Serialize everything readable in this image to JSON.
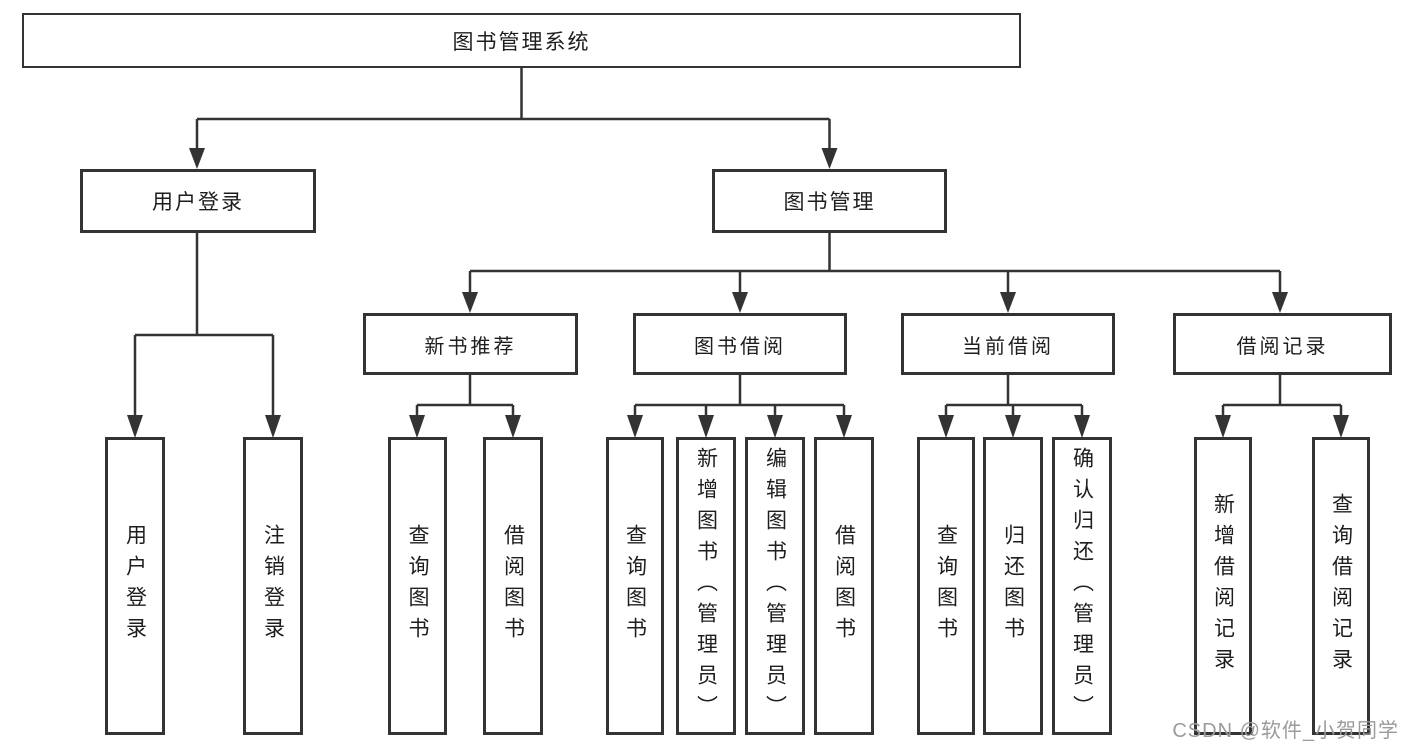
{
  "nodes": {
    "root": "图书管理系统",
    "level2": [
      {
        "label": "用户登录"
      },
      {
        "label": "图书管理"
      }
    ],
    "level3": [
      {
        "label": "新书推荐"
      },
      {
        "label": "图书借阅"
      },
      {
        "label": "当前借阅"
      },
      {
        "label": "借阅记录"
      }
    ],
    "leaves": {
      "user": [
        "用户登录",
        "注销登录"
      ],
      "recommend": [
        "查询图书",
        "借阅图书"
      ],
      "borrow": [
        "查询图书",
        "新增图书（管理员）",
        "编辑图书（管理员）",
        "借阅图书"
      ],
      "current": [
        "查询图书",
        "归还图书",
        "确认归还（管理员）"
      ],
      "record": [
        "新增借阅记录",
        "查询借阅记录"
      ]
    }
  },
  "watermark": "CSDN @软件_小贺同学",
  "colors": {
    "line": "#333333",
    "border": "#333333",
    "text": "#1e1e1e",
    "watermark": "#9b9b9b",
    "background": "#ffffff"
  }
}
